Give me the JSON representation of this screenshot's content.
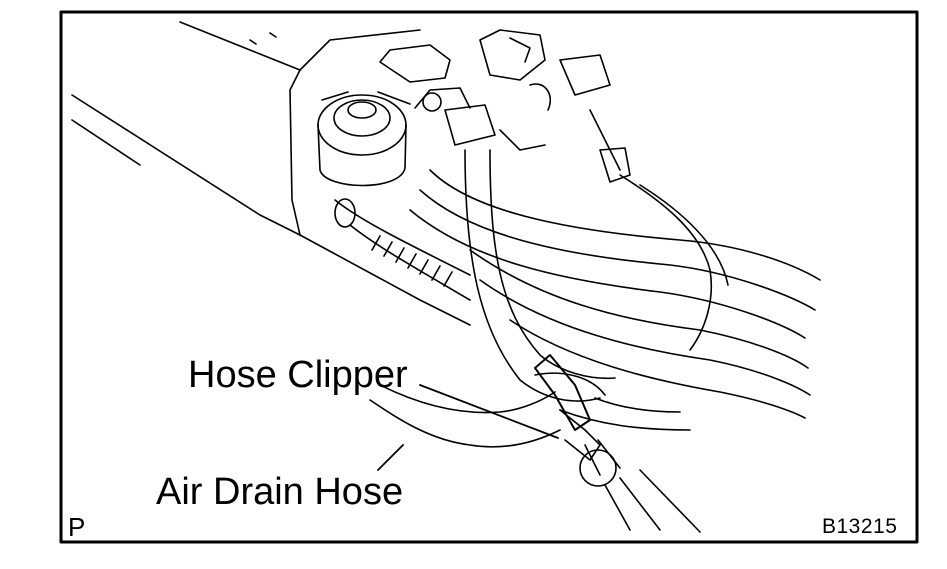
{
  "diagram": {
    "labels": {
      "hose_clipper": "Hose Clipper",
      "air_drain_hose": "Air Drain Hose",
      "corner_mark": "P",
      "figure_code": "B13215"
    },
    "colors": {
      "ink": "#000000",
      "paper": "#ffffff"
    }
  }
}
